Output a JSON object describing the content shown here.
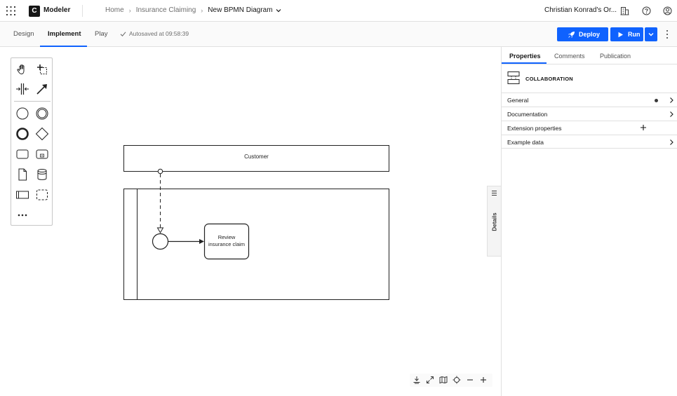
{
  "topbar": {
    "product": "Modeler",
    "logo_letter": "C",
    "breadcrumbs": [
      "Home",
      "Insurance Claiming",
      "New BPMN Diagram"
    ],
    "org": "Christian Konrad's Or..."
  },
  "modes": {
    "tabs": [
      "Design",
      "Implement",
      "Play"
    ],
    "active": "Implement",
    "autosave": "Autosaved at 09:58:39"
  },
  "actions": {
    "deploy": "Deploy",
    "run": "Run"
  },
  "diagram": {
    "participant": "Customer",
    "task_line1": "Review",
    "task_line2": "insurance claim"
  },
  "details_tab": "Details",
  "panel": {
    "tabs": [
      "Properties",
      "Comments",
      "Publication"
    ],
    "active_tab": "Properties",
    "element_type": "COLLABORATION",
    "groups": [
      {
        "label": "General",
        "indicator": "dot",
        "control": "chevron"
      },
      {
        "label": "Documentation",
        "control": "chevron"
      },
      {
        "label": "Extension properties",
        "control": "plus"
      },
      {
        "label": "Example data",
        "control": "chevron"
      }
    ]
  },
  "colors": {
    "primary": "#0f62fe",
    "text": "#161616",
    "border": "#e0e0e0"
  }
}
